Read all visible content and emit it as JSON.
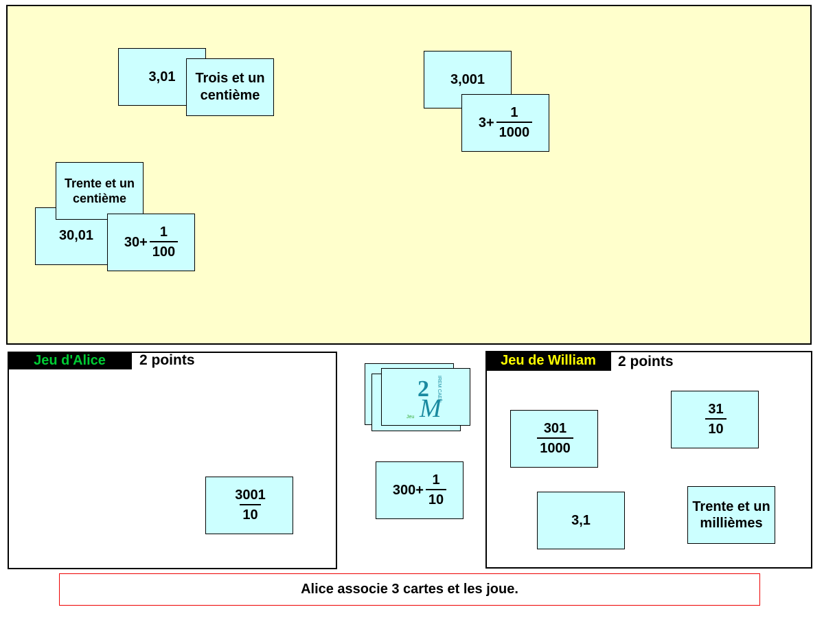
{
  "table_cards": {
    "c301": "3,01",
    "trois_centieme": "Trois et un centième",
    "c3001": "3,001",
    "three_plus": {
      "prefix": "3+",
      "num": "1",
      "den": "1000"
    },
    "c3001b": "30,01",
    "trente_centieme": "Trente et un centième",
    "thirty_plus": {
      "prefix": "30+",
      "num": "1",
      "den": "100"
    }
  },
  "alice": {
    "title": "Jeu d'Alice",
    "title_color": "#00cc33",
    "points": "2 points",
    "cards": {
      "frac1": {
        "num": "3001",
        "den": "10"
      }
    }
  },
  "deck": {
    "logo_text": "IREM CAEN"
  },
  "center_card": {
    "prefix": "300+",
    "num": "1",
    "den": "10"
  },
  "william": {
    "title": "Jeu de William",
    "title_color": "#ffff00",
    "points": "2 points",
    "cards": {
      "frac1": {
        "num": "301",
        "den": "1000"
      },
      "frac2": {
        "num": "31",
        "den": "10"
      },
      "dec": "3,1",
      "text": "Trente et un millièmes"
    }
  },
  "status": "Alice associe 3 cartes et les joue."
}
